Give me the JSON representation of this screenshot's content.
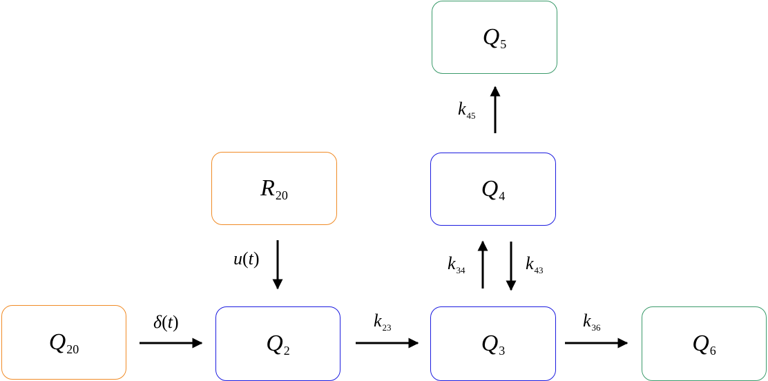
{
  "boxes": {
    "q20": {
      "sym": "Q",
      "sub": "20"
    },
    "r20": {
      "sym": "R",
      "sub": "20"
    },
    "q2": {
      "sym": "Q",
      "sub": "2"
    },
    "q3": {
      "sym": "Q",
      "sub": "3"
    },
    "q4": {
      "sym": "Q",
      "sub": "4"
    },
    "q5": {
      "sym": "Q",
      "sub": "5"
    },
    "q6": {
      "sym": "Q",
      "sub": "6"
    }
  },
  "edges": {
    "delta": {
      "sym": "δ",
      "arg": "t"
    },
    "u": {
      "sym": "u",
      "arg": "t"
    },
    "k23": {
      "sym": "k",
      "sub": "23"
    },
    "k34": {
      "sym": "k",
      "sub": "34"
    },
    "k43": {
      "sym": "k",
      "sub": "43"
    },
    "k45": {
      "sym": "k",
      "sub": "45"
    },
    "k36": {
      "sym": "k",
      "sub": "36"
    }
  },
  "colors": {
    "source": "#f08a24",
    "compartment": "#1a1adf",
    "output": "#3a9a6a",
    "arrow": "#000000"
  }
}
